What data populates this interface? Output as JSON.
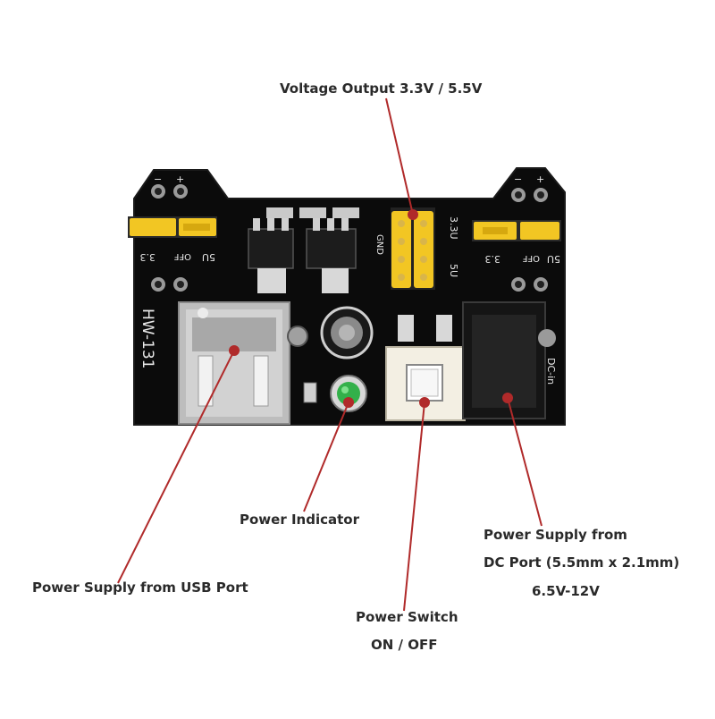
{
  "board": {
    "model": "HW-131",
    "left_rail": {
      "minus": "−",
      "plus": "+",
      "opt_33": "3.3",
      "opt_off": "OFF",
      "opt_5v": "5U"
    },
    "right_rail": {
      "minus": "−",
      "plus": "+",
      "opt_33": "3.3",
      "opt_off": "OFF",
      "opt_5v": "5U"
    },
    "header_33": "3.3U",
    "header_5v": "5U",
    "header_gnd": "GND",
    "dc_label": "DC-in"
  },
  "callouts": {
    "voltage_output": "Voltage Output 3.3V / 5.5V",
    "power_indicator": "Power Indicator",
    "usb_supply": "Power Supply from USB Port",
    "power_switch_line1": "Power Switch",
    "power_switch_line2": "ON / OFF",
    "dc_supply_line1": "Power Supply from",
    "dc_supply_line2": "DC Port (5.5mm x 2.1mm)",
    "dc_supply_line3": "6.5V-12V"
  },
  "colors": {
    "pcb": "#0b0b0b",
    "silkscreen": "#e8e8e8",
    "jumper": "#f2c623",
    "pin_gold": "#d9b54a",
    "callout_line": "#b02a2a",
    "led": "#33b04a",
    "metal": "#cfcfcf",
    "label_text": "#2a2a2a"
  },
  "icons": [
    "usb-port-icon",
    "dc-barrel-jack-icon",
    "led-icon",
    "push-switch-icon",
    "capacitor-icon",
    "regulator-icon"
  ]
}
